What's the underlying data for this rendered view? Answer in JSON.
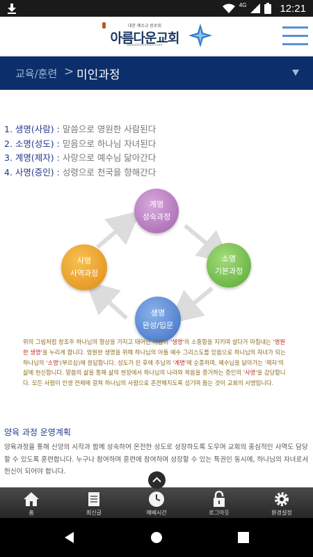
{
  "status_bar": {
    "network": "4G",
    "time": "12:21"
  },
  "header": {
    "logo_tagline": "대한 예수교 장로회",
    "logo_name": "아름다운교회",
    "logo_url": "beautifulchurch.com"
  },
  "section": {
    "breadcrumb_parent": "교육/훈련",
    "separator": ">",
    "title": "미인과정"
  },
  "processes": [
    {
      "num": "1.",
      "name": "생명(사람)",
      "sep": " : ",
      "desc": "말씀으로 영원한 사람된다"
    },
    {
      "num": "2.",
      "name": "소명(성도)",
      "sep": " : ",
      "desc": "믿음으로 하나님 자녀된다"
    },
    {
      "num": "3.",
      "name": "계명(제자)",
      "sep": " : ",
      "desc": "사랑으로 예수님 닮아간다"
    },
    {
      "num": "4.",
      "name": "사명(증인)",
      "sep": " : ",
      "desc": "성령으로 천국을 향해간다"
    }
  ],
  "diagram": {
    "top": {
      "line1": "계명",
      "line2": "성숙과정",
      "color": "#a361ac"
    },
    "left": {
      "line1": "사명",
      "line2": "사역과정",
      "color": "#e08c18"
    },
    "right": {
      "line1": "소명",
      "line2": "기본과정",
      "color": "#58a834"
    },
    "bottom": {
      "line1": "생명",
      "line2": "완성/입문",
      "color": "#3d6dc4"
    }
  },
  "explanation": {
    "p1": "위의 그림처럼 창조주 하나님의 형상을 가지고 태어난 사람이 ",
    "h1": "'생명'",
    "p2": "의 소중함을 지키며 살다가 마침내는 ",
    "h2": "'영원한 생명'",
    "p3": "을 누리게 합니다. 영원한 생명을 위해 하나님의 아들 예수 그리스도를 믿음으로 하나님의 자녀가 되는 하나님의 ",
    "h3": "'소명'",
    "p4": "(부르심)에 응답합니다. 성도가 된 후에 주님의 ",
    "h4": "'계명'",
    "p5": "에 순종하며, 예수님을 닮아가는 '제자'의 삶에 헌신합니다. 말씀의 삶을 통해 삶의 현장에서 하나님의 나라와 복음을 증거하는 증인의 ",
    "h5": "'사명'",
    "p6": "을 감당합니다. 모든 사람이 인생 전체에 걸쳐 하나님의 사람으로 온전해지도록 섬기며 돕는 것이 교회의 사명입니다."
  },
  "plan": {
    "title": "양육 과정 운영계획",
    "body": "양육과정을 통해 신앙의 시작과 함께 성숙하여 온전한 성도로 성장하도록 도우며 교회의 중심적인 사역도 담당할 수 있도록 훈련합니다. 누구나 참여하며 훈련에 참여하며 성장할 수 있는 특권인 동시에, 하나님의 자녀로서 헌신이 되어야 합니다."
  },
  "bottom_nav": [
    {
      "label": "홈",
      "icon": "home-icon"
    },
    {
      "label": "최신글",
      "icon": "document-icon"
    },
    {
      "label": "예배시간",
      "icon": "clock-icon"
    },
    {
      "label": "로그아웃",
      "icon": "lock-icon"
    },
    {
      "label": "환경설정",
      "icon": "gear-icon"
    }
  ],
  "colors": {
    "header_bar": "#0c2e6a",
    "accent_blue": "#23388a",
    "highlight": "#c0271b"
  }
}
